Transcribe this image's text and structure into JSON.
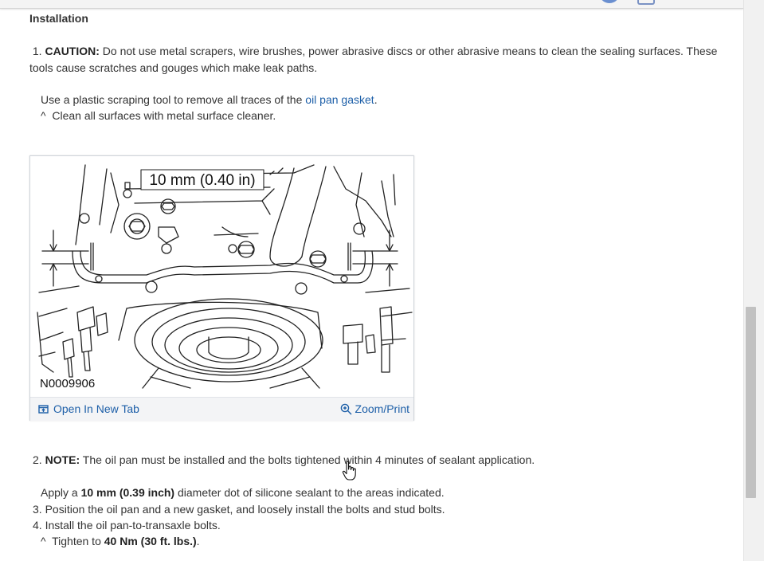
{
  "section": {
    "heading": "Installation"
  },
  "step1": {
    "number": "1.",
    "label": "CAUTION:",
    "text": "Do not use metal scrapers, wire brushes, power abrasive discs or other abrasive means to clean the sealing surfaces. These tools cause scratches and gouges which make leak paths.",
    "instruction_before_link": "Use a plastic scraping tool to remove all traces of the",
    "instruction_link": "oil pan gasket",
    "instruction_after_link": ".",
    "substep_marker": "^",
    "substep": "Clean all surfaces with metal surface cleaner."
  },
  "figure": {
    "dimension_label": "10 mm (0.40 in)",
    "code": "N0009906",
    "open_tab_label": "Open In New Tab",
    "zoom_label": "Zoom/Print",
    "icons": {
      "open_tab": "open-new-tab-icon",
      "zoom": "magnifier-plus-icon"
    }
  },
  "step2": {
    "number": "2.",
    "label": "NOTE:",
    "text": "The oil pan must be installed and the bolts tightened within 4 minutes of sealant application.",
    "apply_before": "Apply a",
    "apply_bold": "10 mm (0.39 inch)",
    "apply_after": "diameter dot of silicone sealant to the areas indicated."
  },
  "step3": {
    "number": "3.",
    "text": "Position the oil pan and a new gasket, and loosely install the bolts and stud bolts."
  },
  "step4": {
    "number": "4.",
    "text": "Install the oil pan-to-transaxle bolts.",
    "substep_marker": "^",
    "substep_before": "Tighten to",
    "substep_bold": "40 Nm (30 ft. lbs.)",
    "substep_after": "."
  },
  "colors": {
    "link": "#1d5fa8",
    "text": "#333333",
    "figure_footer": "#f3f4f6",
    "scroll_thumb": "#c1c1c1"
  }
}
